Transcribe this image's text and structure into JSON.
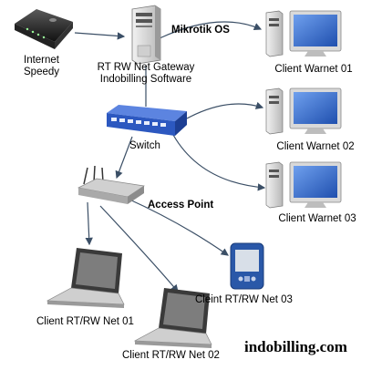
{
  "labels": {
    "modem_line1": "Internet",
    "modem_line2": "Speedy",
    "gateway_line1": "RT RW Net Gateway",
    "gateway_line2": "Indobilling Software",
    "mikrotik": "Mikrotik OS",
    "switch": "Switch",
    "access_point": "Access Point",
    "client_warnet_01": "Client Warnet 01",
    "client_warnet_02": "Client Warnet 02",
    "client_warnet_03": "Client Warnet 03",
    "client_rtrw_01": "Client RT/RW Net 01",
    "client_rtrw_02": "Client RT/RW Net 02",
    "client_rtrw_03": "Cleint RT/RW Net 03",
    "brand": "indobilling.com"
  },
  "colors": {
    "connection": "#3b4f66",
    "switch_blue": "#2c58c0",
    "tower_grey": "#d8d8d8",
    "monitor_screen": "#3a6fd0",
    "pda_blue": "#2a58a8",
    "laptop_dark": "#3a3a3a"
  },
  "icons": [
    "modem-icon",
    "server-tower-icon",
    "switch-icon",
    "desktop-client-icon",
    "access-point-icon",
    "laptop-icon",
    "pda-icon"
  ]
}
